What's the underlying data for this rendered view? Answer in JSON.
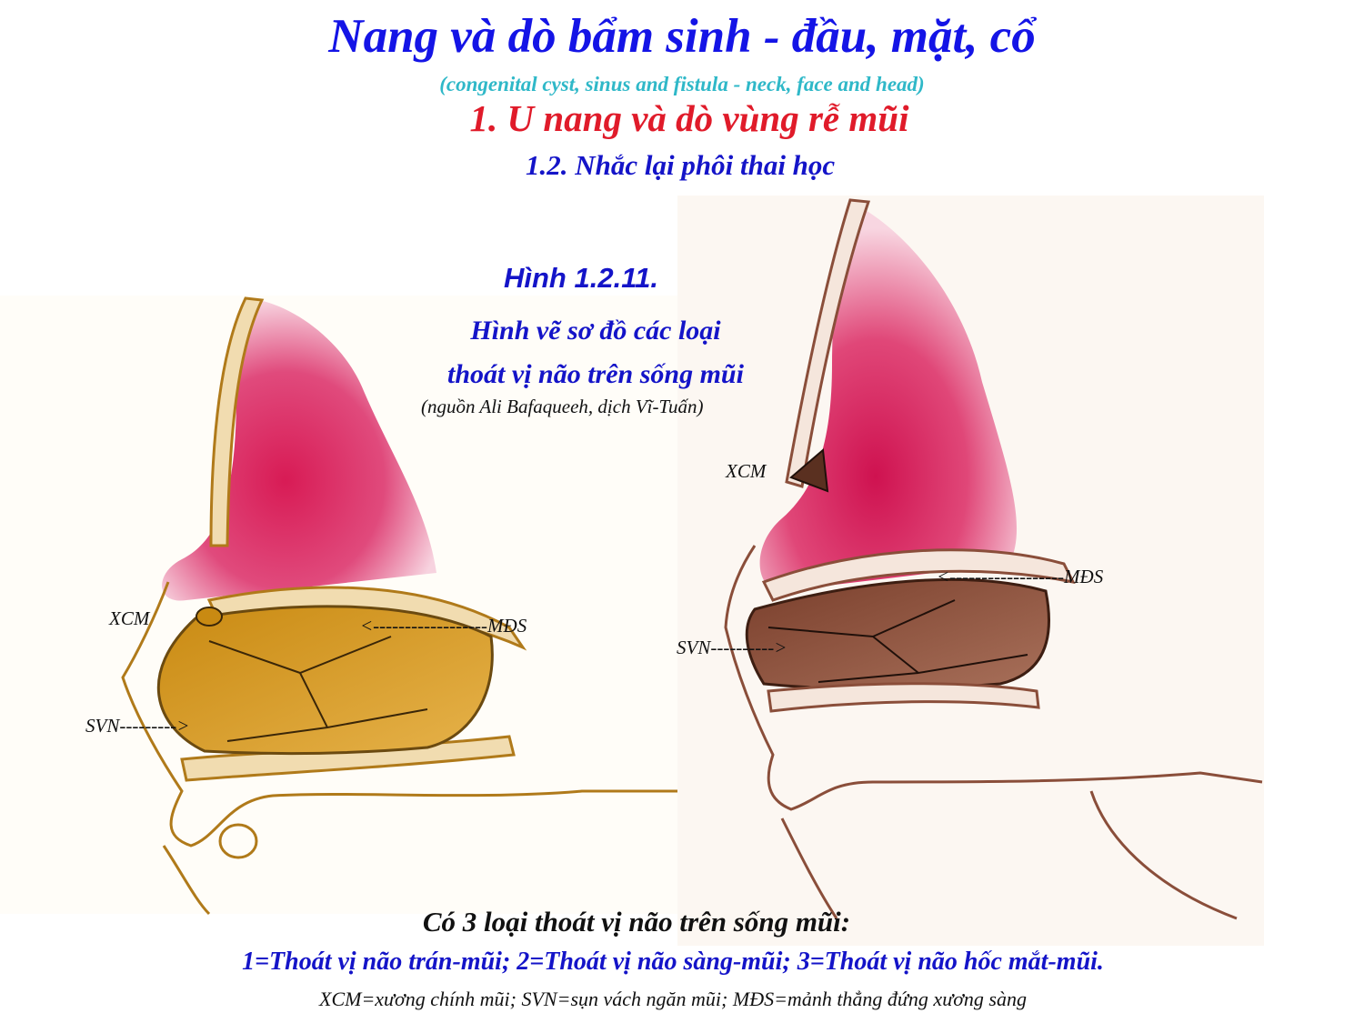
{
  "header": {
    "title": "Nang và dò bẩm sinh - đầu, mặt, cổ",
    "subtitle_en": "(congenital cyst, sinus and fistula - neck, face and head)",
    "section": "1. U nang và dò vùng rễ mũi",
    "subsection": "1.2. Nhắc lại phôi thai học"
  },
  "figure": {
    "label": "Hình 1.2.11.",
    "caption_line1": "Hình vẽ sơ đồ các loại",
    "caption_line2": "thoát vị não trên sống mũi",
    "source": "(nguồn Ali Bafaqueeh, dịch Vĩ-Tuấn)"
  },
  "left_drawing": {
    "xcm": "XCM",
    "mds": "<------------------MĐS",
    "svn": "SVN--------->"
  },
  "right_drawing": {
    "xcm": "XCM",
    "mds": "<------------------MĐS",
    "svn": "SVN---------->"
  },
  "footer": {
    "summary": "Có 3 loại thoát vị não trên sống mũi:",
    "types": "1=Thoát vị não trán-mũi;  2=Thoát vị não sàng-mũi;  3=Thoát vị não hốc mắt-mũi.",
    "legend": "XCM=xương chính mũi;  SVN=sụn vách ngăn mũi;  MĐS=mảnh thẳng đứng xương sàng"
  },
  "colors": {
    "title": "#1414e6",
    "subtitle_en": "#2fb8c8",
    "section": "#e01b2a",
    "brain_tissue": "#d81b55",
    "left_bone": "#d99a1e",
    "right_bone": "#8a4e3a"
  }
}
